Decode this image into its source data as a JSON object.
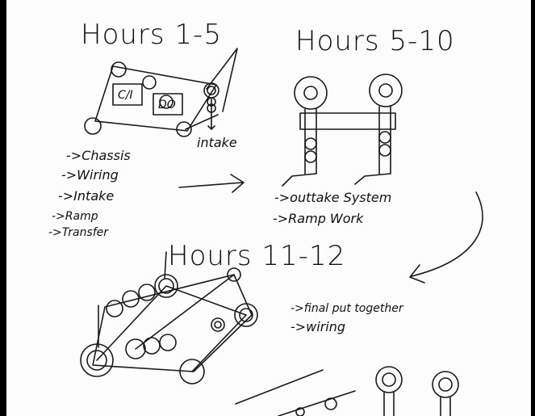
{
  "sections": [
    {
      "title": "Hours 1-5",
      "callout": "intake",
      "notes": [
        "->Chassis",
        "->Wiring",
        "->Intake",
        "->Ramp",
        "->Transfer"
      ],
      "chassis_labels": [
        "C/I",
        "DO"
      ]
    },
    {
      "title": "Hours 5-10",
      "notes": [
        "->outtake System",
        "->Ramp Work"
      ]
    },
    {
      "title": "Hours 11-12",
      "notes": [
        "->final put together",
        "->wiring"
      ]
    }
  ]
}
